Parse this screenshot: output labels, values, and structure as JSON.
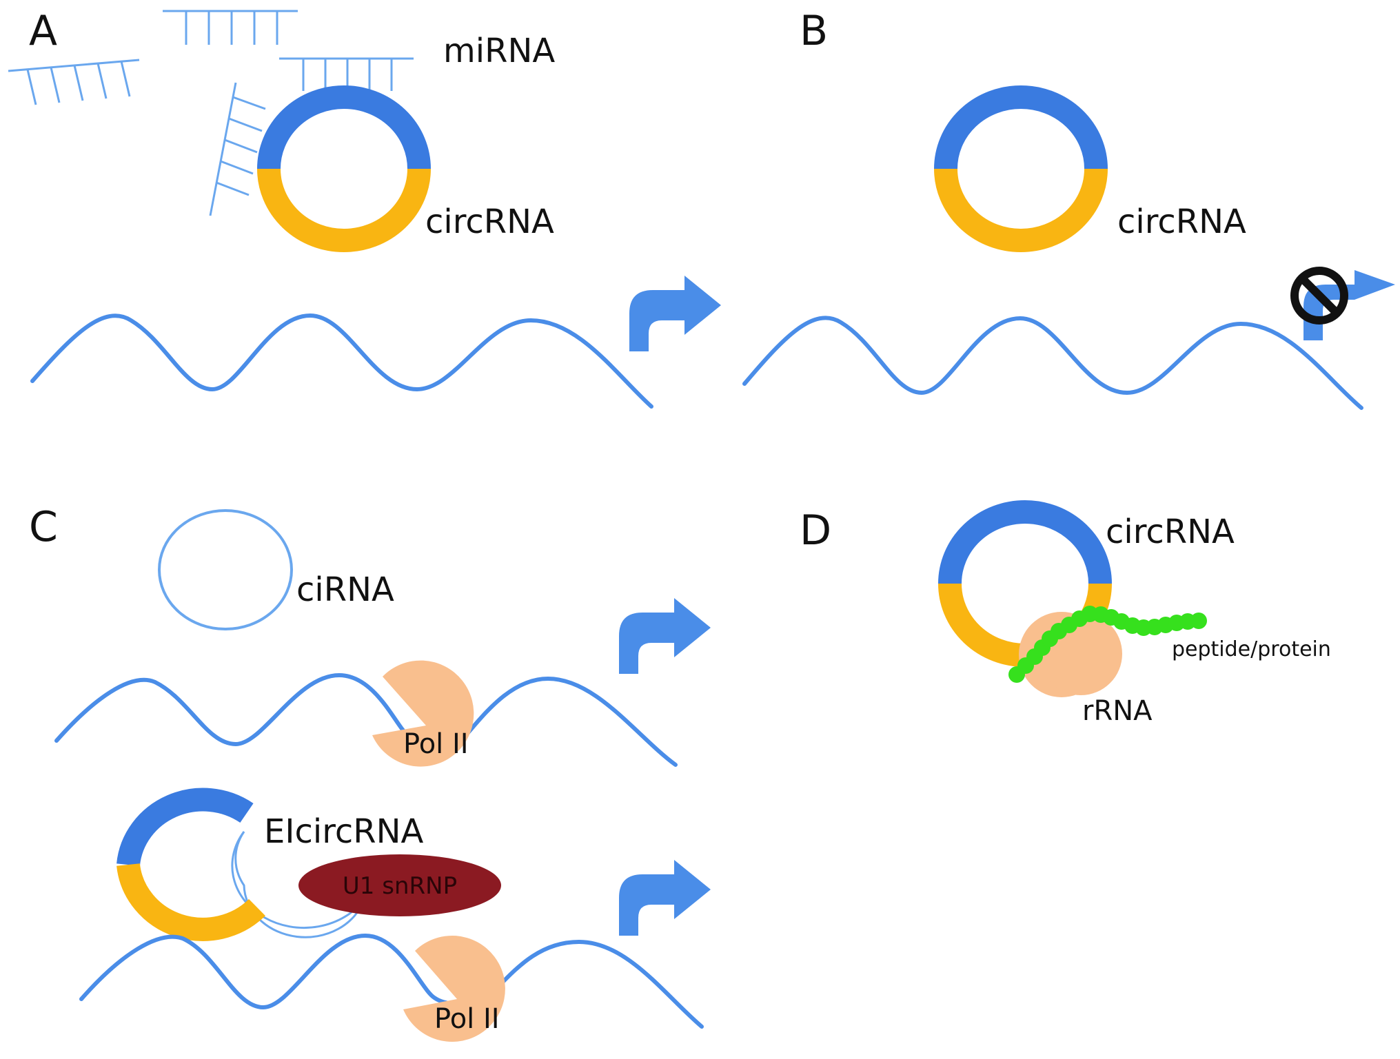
{
  "panels": {
    "a": {
      "letter": "A",
      "mirna_label": "miRNA",
      "circrna_label": "circRNA"
    },
    "b": {
      "letter": "B",
      "circrna_label": "circRNA"
    },
    "c": {
      "letter": "C",
      "cirna_label": "ciRNA",
      "pol_label_top": "Pol  II",
      "elcircrna_label": "EIcircRNA",
      "u1_label": "U1 snRNP",
      "pol_label_bottom": "Pol  II"
    },
    "d": {
      "letter": "D",
      "circrna_label": "circRNA",
      "peptide_label": "peptide/protein",
      "rrna_label": "rRNA"
    }
  },
  "colors": {
    "rna_blue": "#4a8de8",
    "exon_blue": "#3a7be0",
    "exon_yellow": "#f9b512",
    "intron_blue": "#6aa7ee",
    "pol_peach": "#f9bf8e",
    "u1_red": "#8b1a22",
    "peptide_green": "#36e01d",
    "block_sign": "#111111"
  },
  "icons": [
    "transcription-arrow-icon",
    "blocked-icon"
  ]
}
